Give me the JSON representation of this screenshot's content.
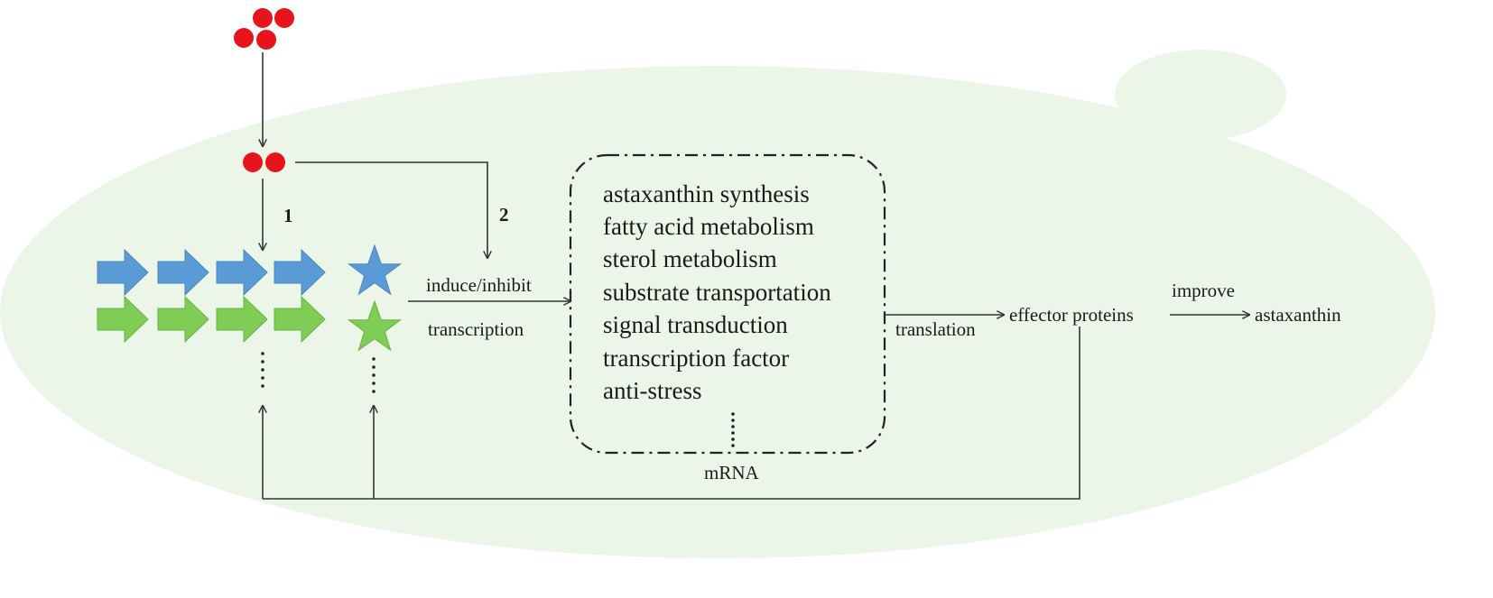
{
  "colors": {
    "cell": "#ebf6e8",
    "molecule": "#e8141c",
    "blue": "#5b9bd5",
    "green": "#7fcd55",
    "line": "#333333"
  },
  "path_labels": {
    "one": "1",
    "two": "2"
  },
  "regulation": {
    "induce_inhibit": "induce/inhibit",
    "transcription": "transcription"
  },
  "mrna": {
    "label": "mRNA",
    "items": [
      "astaxanthin synthesis",
      "fatty acid metabolism",
      "sterol metabolism",
      "substrate transportation",
      "signal transduction",
      "transcription factor",
      "anti-stress"
    ]
  },
  "downstream": {
    "translation": "translation",
    "effector": "effector proteins",
    "improve": "improve",
    "product": "astaxanthin"
  }
}
